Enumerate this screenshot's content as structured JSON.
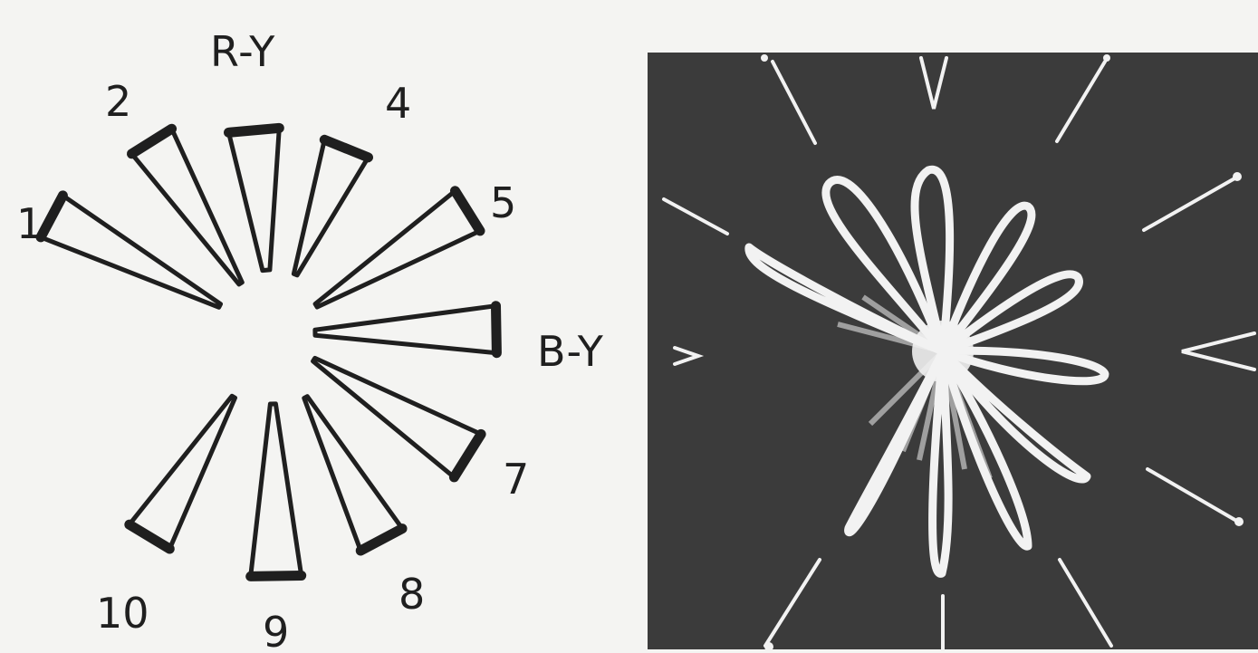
{
  "diagram": {
    "axis_labels": {
      "r_minus_y": "R-Y",
      "b_minus_y": "B-Y"
    },
    "numbers": [
      "1",
      "2",
      "4",
      "5",
      "7",
      "8",
      "9",
      "10"
    ]
  },
  "colors": {
    "background": "#f4f4f2",
    "ink": "#1f1f1f",
    "scope_background": "#3b3b3b",
    "scope_trace": "#f2f2f2"
  }
}
